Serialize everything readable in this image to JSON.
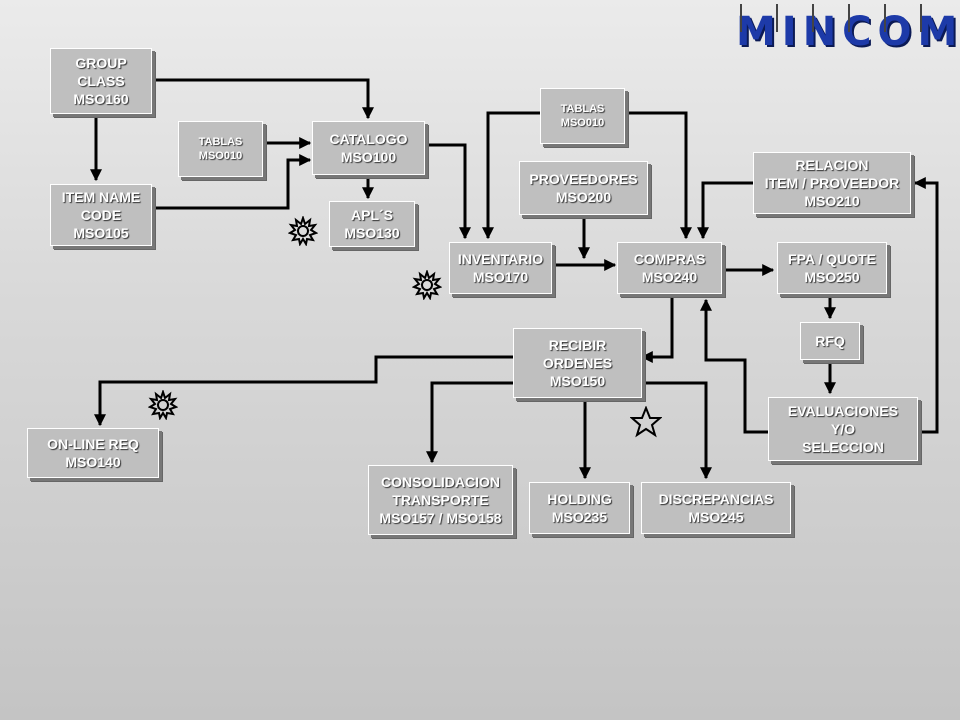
{
  "logo": {
    "text": "MINCOM"
  },
  "boxes": {
    "group_class": "GROUP\nCLASS\nMSO160",
    "item_name_code": "ITEM NAME\nCODE\nMSO105",
    "tablas_left": "TABLAS\nMSO010",
    "catalogo": "CATALOGO\nMSO100",
    "apls": "APL´S\nMSO130",
    "tablas_top": "TABLAS\nMSO010",
    "proveedores": "PROVEEDORES\nMSO200",
    "inventario": "INVENTARIO\nMSO170",
    "compras": "COMPRAS\nMSO240",
    "relacion": "RELACION\nITEM / PROVEEDOR\nMSO210",
    "fpa_quote": "FPA / QUOTE\nMSO250",
    "rfq": "RFQ",
    "evaluaciones": "EVALUACIONES\nY/O\nSELECCION",
    "recibir_ordenes": "RECIBIR\nORDENES\nMSO150",
    "online_req": "ON-LINE REQ\nMSO140",
    "consolidacion": "CONSOLIDACION\nTRANSPORTE\nMSO157 / MSO158",
    "holding": "HOLDING\nMSO235",
    "discrepancias": "DISCREPANCIAS\nMSO245"
  },
  "colors": {
    "accent": "#1d3aa8",
    "box": "#bfbfbf",
    "line": "#000000"
  },
  "icons": [
    "sun-icon",
    "sun-icon",
    "sun-icon",
    "star-outline-icon"
  ]
}
